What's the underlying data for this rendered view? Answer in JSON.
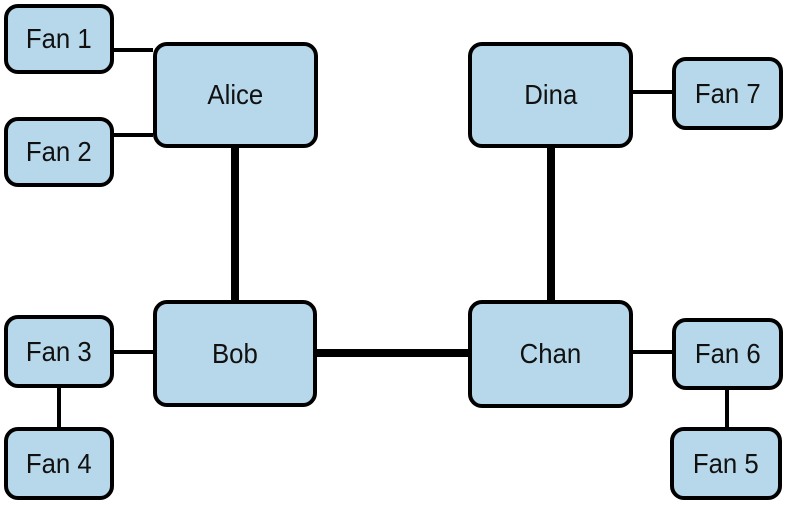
{
  "diagram": {
    "nodes": {
      "alice": {
        "label": "Alice"
      },
      "bob": {
        "label": "Bob"
      },
      "chan": {
        "label": "Chan"
      },
      "dina": {
        "label": "Dina"
      },
      "fan1": {
        "label": "Fan 1"
      },
      "fan2": {
        "label": "Fan 2"
      },
      "fan3": {
        "label": "Fan 3"
      },
      "fan4": {
        "label": "Fan 4"
      },
      "fan5": {
        "label": "Fan 5"
      },
      "fan6": {
        "label": "Fan 6"
      },
      "fan7": {
        "label": "Fan 7"
      }
    },
    "edges": [
      {
        "from": "Fan 1",
        "to": "Alice",
        "weight": "thin"
      },
      {
        "from": "Fan 2",
        "to": "Alice",
        "weight": "thin"
      },
      {
        "from": "Alice",
        "to": "Bob",
        "weight": "thick"
      },
      {
        "from": "Fan 3",
        "to": "Bob",
        "weight": "thin"
      },
      {
        "from": "Fan 3",
        "to": "Fan 4",
        "weight": "thin"
      },
      {
        "from": "Bob",
        "to": "Chan",
        "weight": "thick"
      },
      {
        "from": "Dina",
        "to": "Chan",
        "weight": "thick"
      },
      {
        "from": "Dina",
        "to": "Fan 7",
        "weight": "thin"
      },
      {
        "from": "Chan",
        "to": "Fan 6",
        "weight": "thin"
      },
      {
        "from": "Fan 6",
        "to": "Fan 5",
        "weight": "thin"
      }
    ],
    "colors": {
      "node_fill": "#b7d7ea",
      "node_stroke": "#000000",
      "edge": "#000000",
      "background": "#ffffff"
    }
  }
}
